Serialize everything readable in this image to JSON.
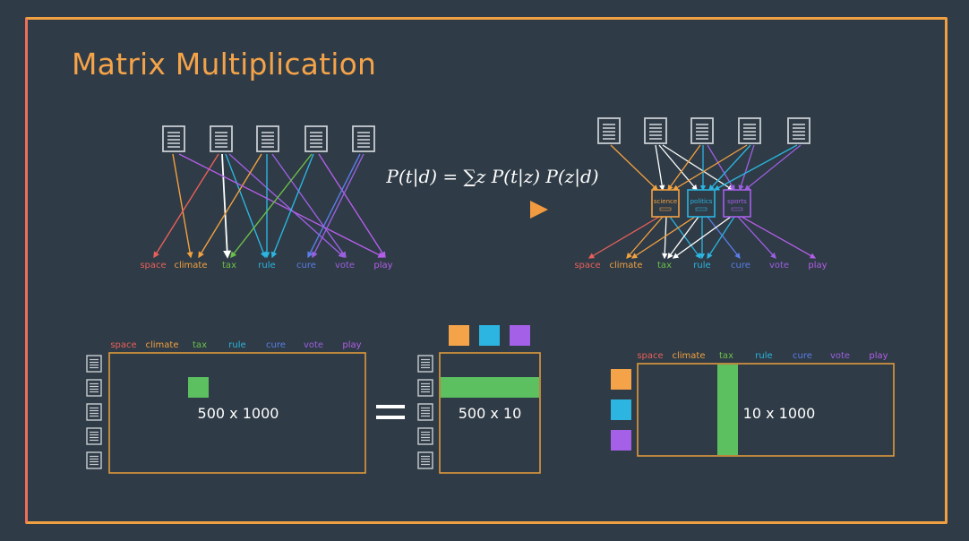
{
  "slide": {
    "title": "Matrix Multiplication",
    "formula": "P(t|d) = ∑z P(t|z) P(z|d)",
    "terms": [
      "space",
      "climate",
      "tax",
      "rule",
      "cure",
      "vote",
      "play"
    ],
    "topics": [
      "science",
      "politics",
      "sports"
    ],
    "matrices": {
      "left_dims": "500 x 1000",
      "middle_dims": "500 x 10",
      "right_dims": "10 x 1000"
    },
    "colors": {
      "space": "#e8605a",
      "climate": "#f2a141",
      "tax": "#6cc04a",
      "rule": "#2bb5e0",
      "cure": "#5a7ee8",
      "vote": "#9b5fe0",
      "play": "#b35ee8",
      "accent": "#f5a349",
      "green": "#5cbf60",
      "blue": "#2bb5e0",
      "purple": "#a560e8"
    }
  }
}
